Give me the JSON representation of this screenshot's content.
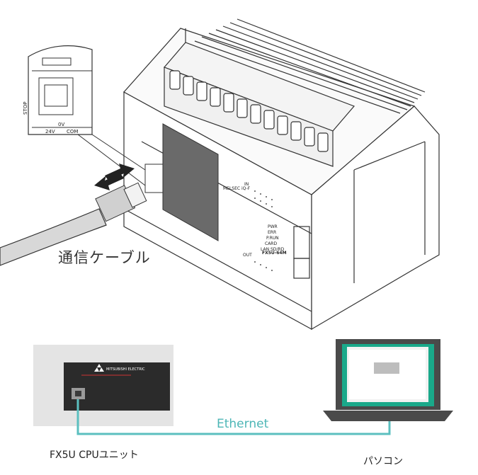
{
  "labels": {
    "cable": "通信ケーブル",
    "ethernet": "Ethernet",
    "cpu_unit": "FX5U CPUユニット",
    "pc": "パソコン"
  },
  "device_text": {
    "stop": "STOP",
    "v0": "0V",
    "v24": "24V",
    "com": "COM",
    "in": "IN",
    "out": "OUT",
    "status_leds": [
      "PWR",
      "ERR",
      "P.RUN",
      "CARD",
      "LAN SD/RD"
    ],
    "model": "FX5U-64M",
    "brand": "MELSEC iQ-F",
    "logo": "MITSUBISHI ELECTRIC"
  },
  "colors": {
    "ethernet_line": "#5bbfbf",
    "screen": "#1aa98a",
    "laptop_body": "#4a4a4a"
  }
}
